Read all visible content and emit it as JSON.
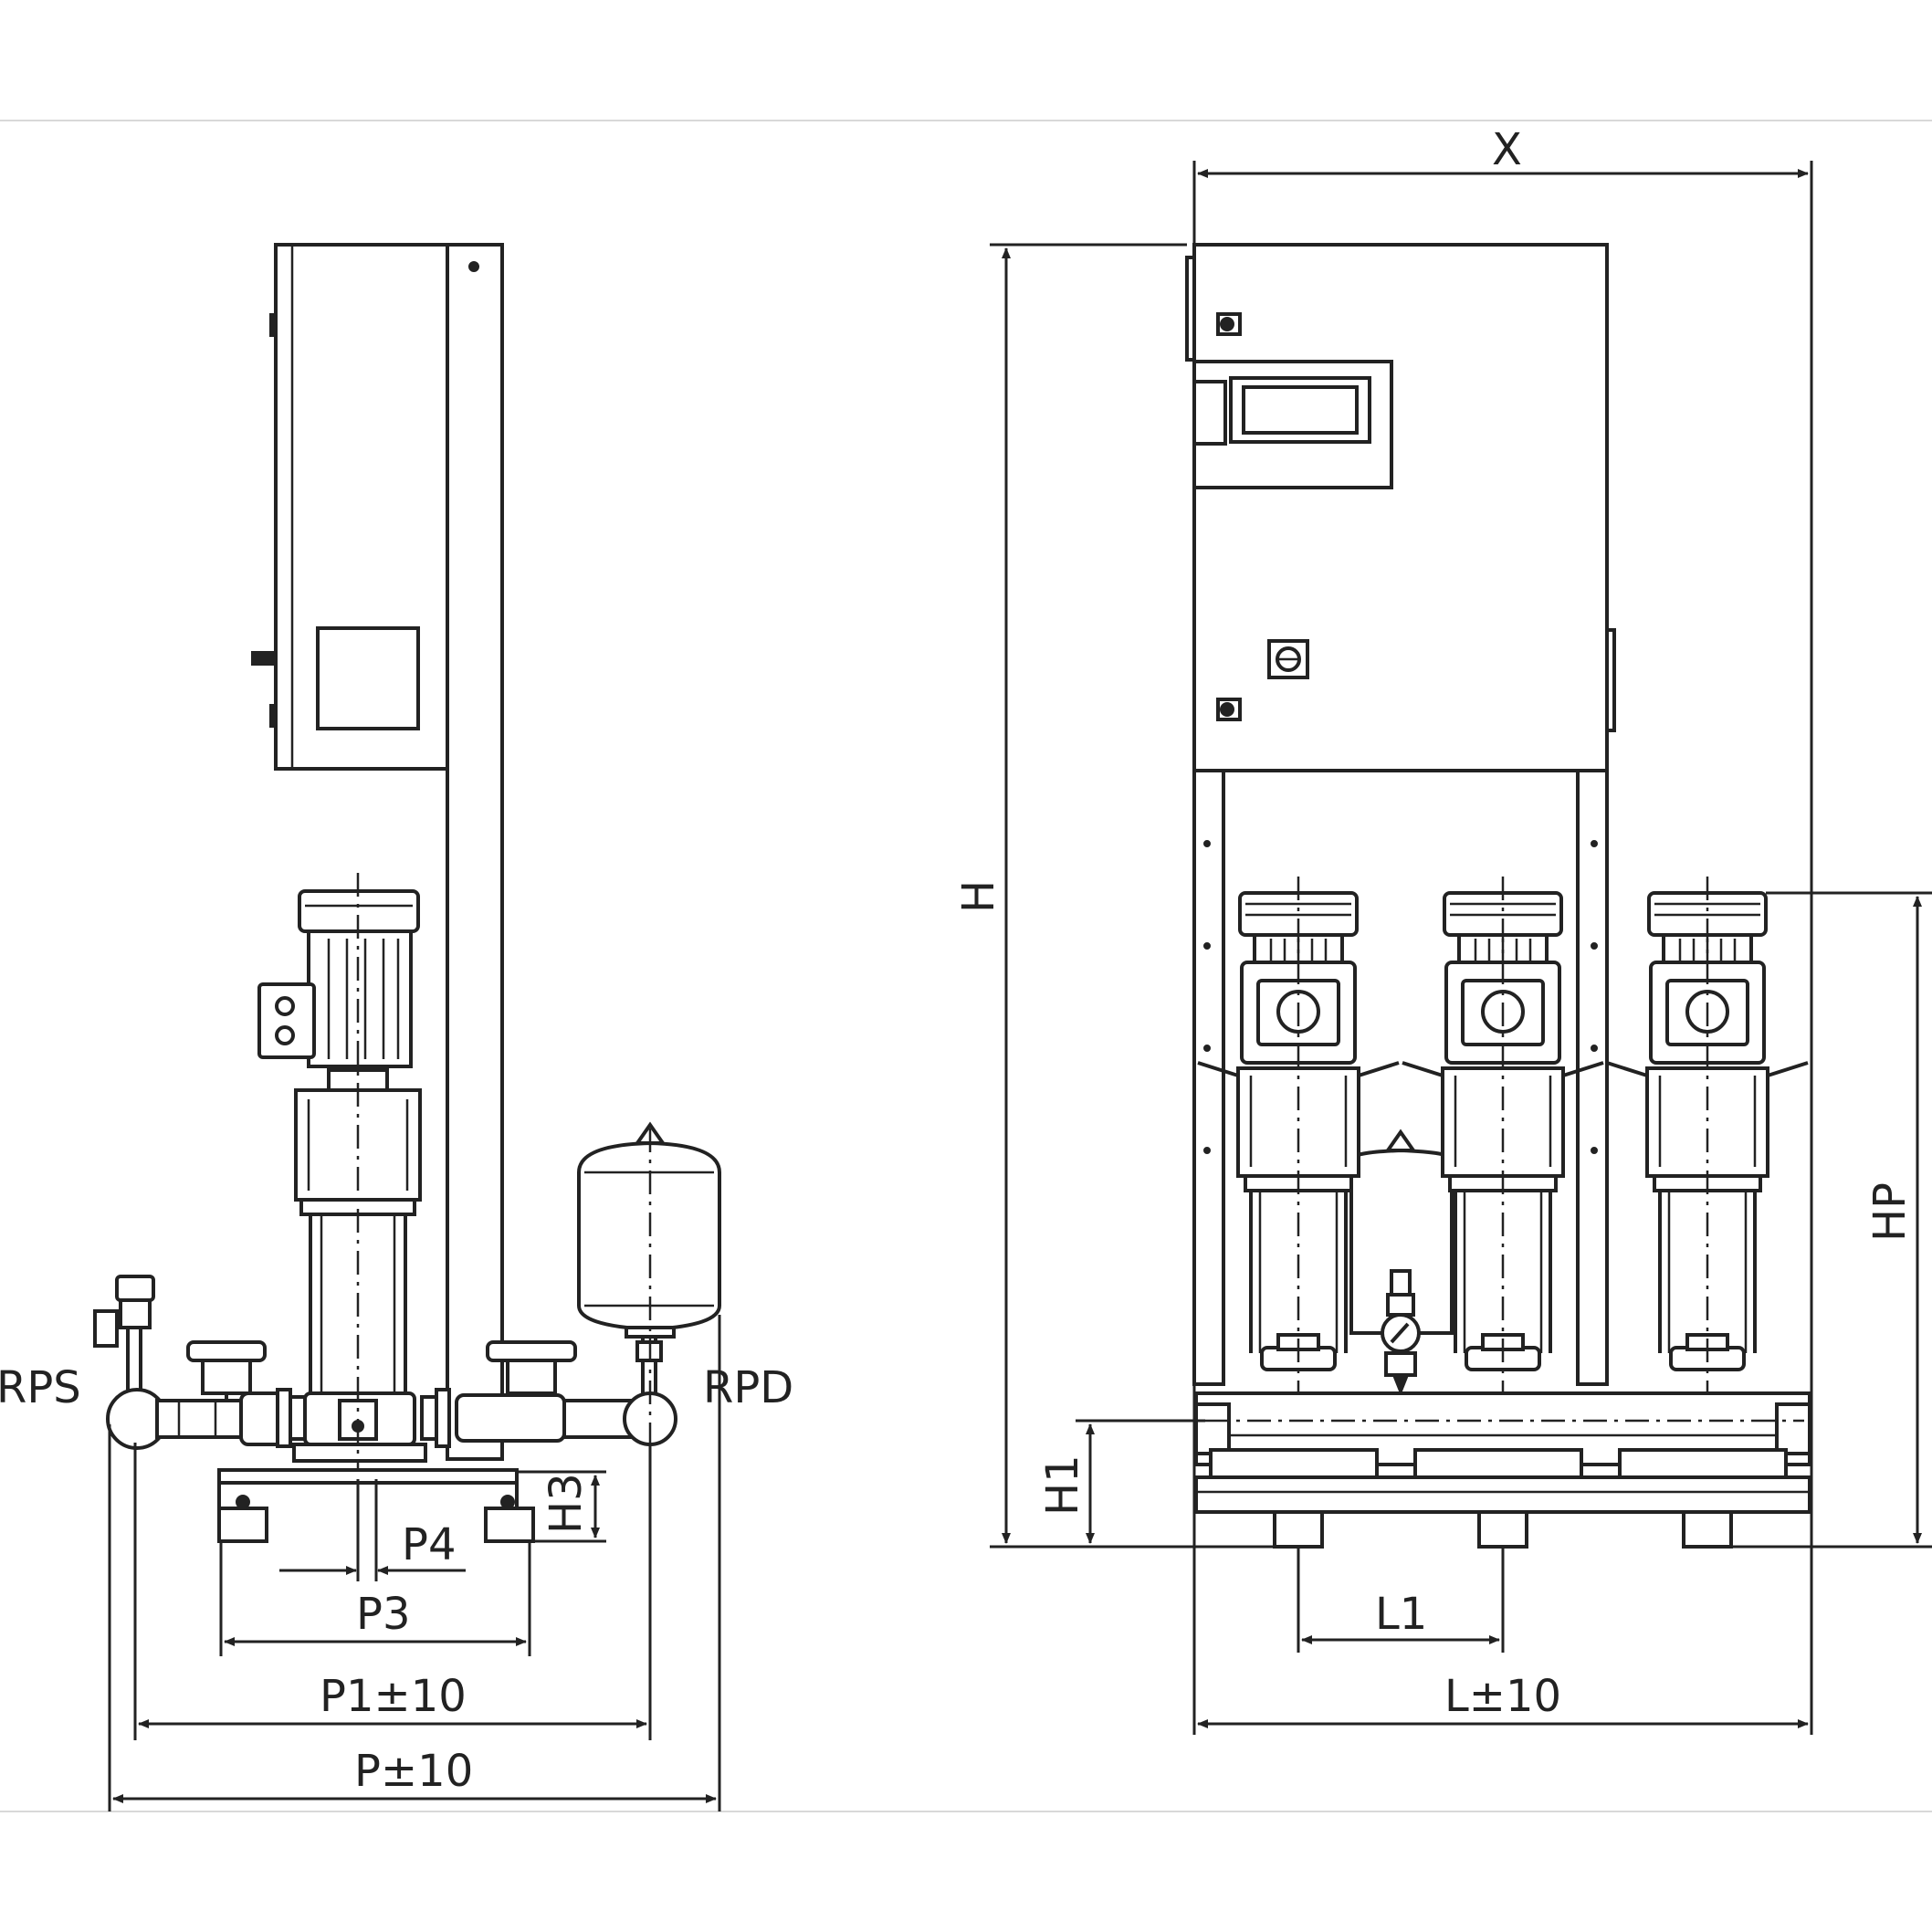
{
  "colors": {
    "line": "#222222",
    "background": "#ffffff",
    "frame": "#d8d8d8"
  },
  "side_view": {
    "port_suction": "RPS",
    "port_discharge": "RPD",
    "dim_total_depth": "P±10",
    "dim_collector_depth": "P1±10",
    "dim_foot_spacing": "P3",
    "dim_pump_offset": "P4",
    "dim_foot_height": "H3"
  },
  "front_view": {
    "dim_cabinet_width": "X",
    "dim_total_height": "H",
    "dim_pump_height": "HP",
    "dim_collector_height": "H1",
    "dim_pump_spacing": "L1",
    "dim_total_length": "L±10"
  }
}
